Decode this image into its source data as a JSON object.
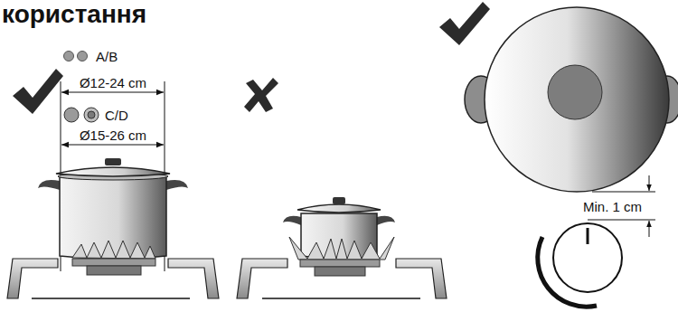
{
  "diagram": {
    "title": "користання",
    "labels": [
      "A/B",
      "Ø12-24 cm",
      "C/D",
      "Ø15-26 cm",
      "Min. 1 cm"
    ]
  }
}
